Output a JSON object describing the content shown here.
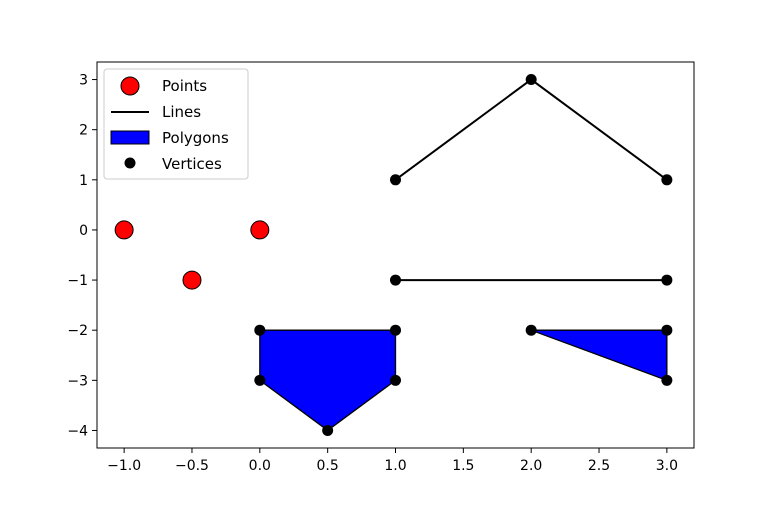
{
  "chart_data": {
    "type": "scatter",
    "title": "",
    "xlabel": "",
    "ylabel": "",
    "xlim": [
      -1.2,
      3.2
    ],
    "ylim": [
      -4.35,
      3.35
    ],
    "xticks": [
      "−1.0",
      "−0.5",
      "0.0",
      "0.5",
      "1.0",
      "1.5",
      "2.0",
      "2.5",
      "3.0"
    ],
    "xtick_values": [
      -1.0,
      -0.5,
      0.0,
      0.5,
      1.0,
      1.5,
      2.0,
      2.5,
      3.0
    ],
    "yticks": [
      "−4",
      "−3",
      "−2",
      "−1",
      "0",
      "1",
      "2",
      "3"
    ],
    "ytick_values": [
      -4,
      -3,
      -2,
      -1,
      0,
      1,
      2,
      3
    ],
    "grid": false,
    "legend_position": "top-left",
    "legend": [
      {
        "label": "Points",
        "kind": "point"
      },
      {
        "label": "Lines",
        "kind": "line"
      },
      {
        "label": "Polygons",
        "kind": "polygon"
      },
      {
        "label": "Vertices",
        "kind": "vertex"
      }
    ],
    "series": [
      {
        "name": "Points",
        "kind": "point",
        "color": "#ff0000",
        "x": [
          -1.0,
          -0.5,
          0.0
        ],
        "y": [
          0,
          -1,
          0
        ]
      },
      {
        "name": "Lines",
        "kind": "line",
        "color": "#000000",
        "lines": [
          {
            "x": [
              1,
              2,
              3
            ],
            "y": [
              1,
              3,
              1
            ]
          },
          {
            "x": [
              1,
              3
            ],
            "y": [
              -1,
              -1
            ]
          }
        ]
      },
      {
        "name": "Polygons",
        "kind": "polygon",
        "color": "#0000ff",
        "polygons": [
          {
            "x": [
              0,
              1,
              1,
              0.5,
              0
            ],
            "y": [
              -2,
              -2,
              -3,
              -4,
              -3
            ]
          },
          {
            "x": [
              2,
              3,
              3
            ],
            "y": [
              -2,
              -2,
              -3
            ]
          }
        ]
      },
      {
        "name": "Vertices",
        "kind": "vertex",
        "color": "#000000",
        "x": [
          1,
          2,
          3,
          1,
          3,
          0,
          1,
          1,
          0.5,
          0,
          2,
          3,
          3
        ],
        "y": [
          1,
          3,
          1,
          -1,
          -1,
          -2,
          -2,
          -3,
          -4,
          -3,
          -2,
          -2,
          -3
        ]
      }
    ]
  }
}
